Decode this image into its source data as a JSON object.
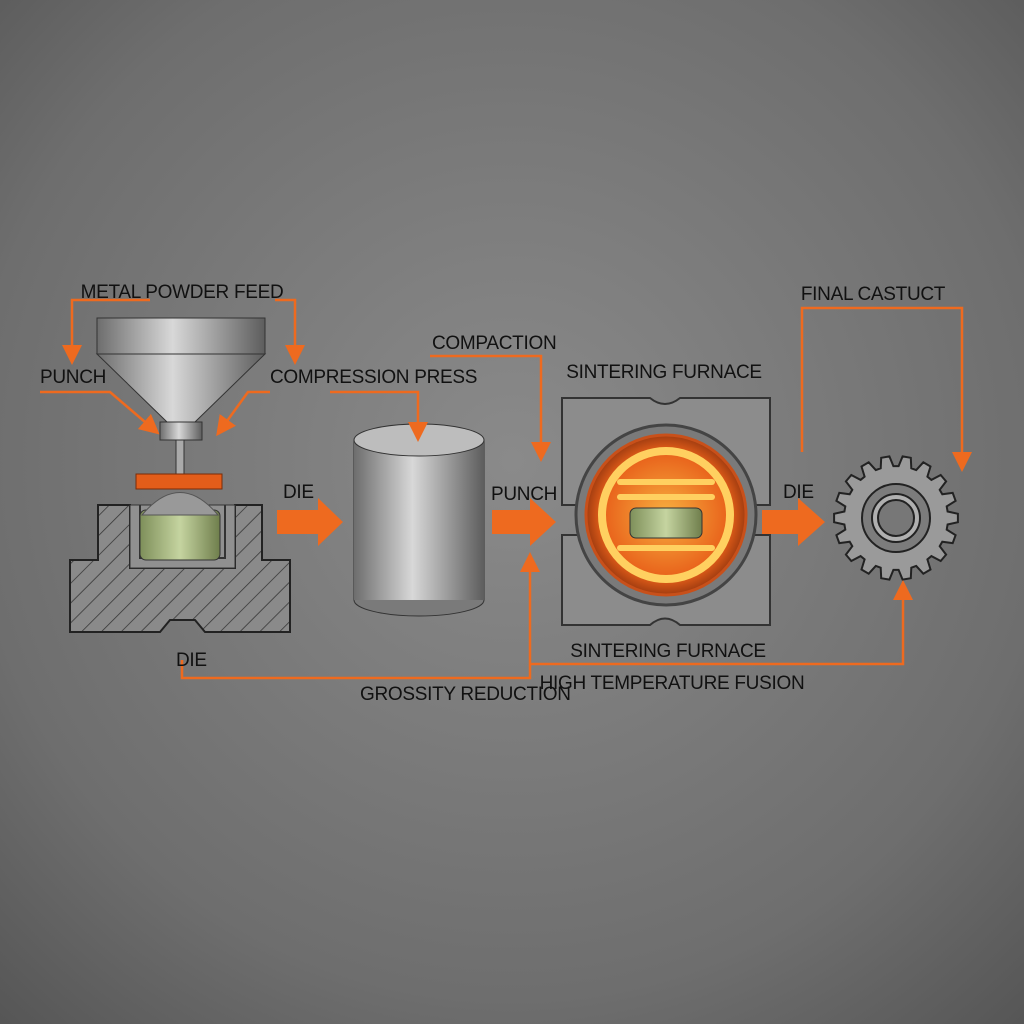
{
  "labels": {
    "metal_powder_feed": "METAL POWDER FEED",
    "punch_left": "PUNCH",
    "compression_press": "COMPRESSION PRESS",
    "compaction": "COMPACTION",
    "sintering_furnace_top": "SINTERING FURNACE",
    "final_product": "FINAL CASTUCT",
    "die_arrow_1": "DIE",
    "punch_arrow_2": "PUNCH",
    "die_arrow_3": "DIE",
    "die_bottom": "DIE",
    "porosity_reduction": "GROSSITY REDUCTION",
    "sintering_furnace_bottom": "SINTERING FURNACE",
    "high_temperature_fusion": "HIGH TEMPERATURE FUSION"
  },
  "colors": {
    "accent": "#ee6a1f",
    "background": "#6e6e6e",
    "compact_green": "#9fb07a",
    "furnace_glow": "#f5a020"
  }
}
